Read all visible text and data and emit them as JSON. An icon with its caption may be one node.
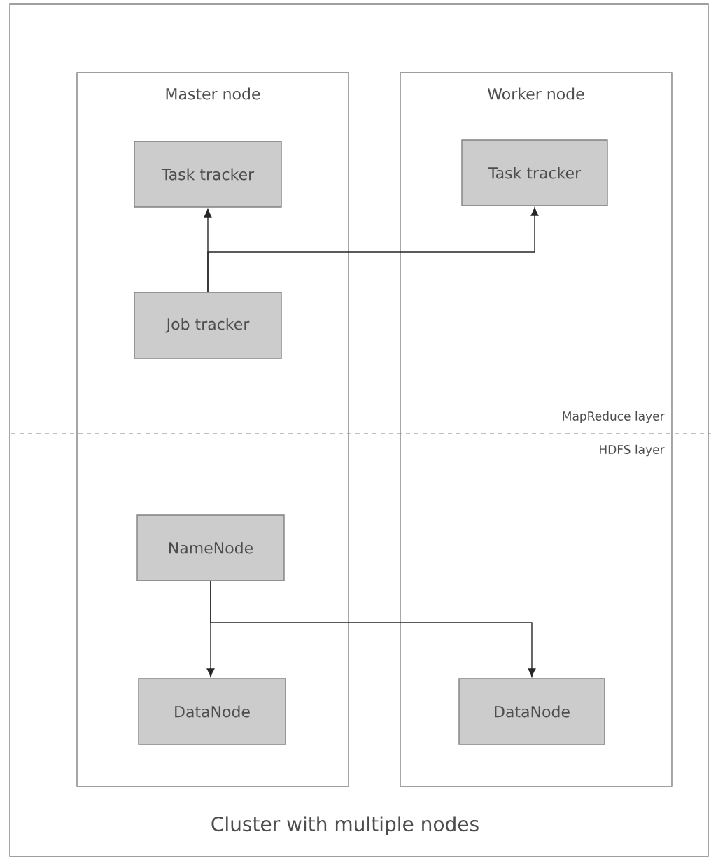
{
  "diagram": {
    "nodes": [
      {
        "text": [
          "Cluster with multiple nodes"
        ]
      },
      {
        "text": [
          "Master node"
        ],
        "in": 0
      },
      {
        "text": [
          "Worker node"
        ],
        "in": 0
      },
      {
        "text": [
          "Task tracker"
        ],
        "in": 1
      },
      {
        "text": [
          "Job tracker"
        ],
        "in": 1
      },
      {
        "text": [
          "Task tracker"
        ],
        "in": 2
      },
      {
        "text": [
          "NameNode"
        ],
        "in": 1
      },
      {
        "text": [
          "DataNode"
        ],
        "in": 1
      },
      {
        "text": [
          "DataNode"
        ],
        "in": 2
      }
    ],
    "edges": [
      {
        "from": 4,
        "to": 3,
        "arrow": "to"
      },
      {
        "from": 4,
        "to": 5,
        "arrow": "to"
      },
      {
        "from": 6,
        "to": 7,
        "arrow": "to"
      },
      {
        "from": 6,
        "to": 8,
        "arrow": "to"
      }
    ],
    "labels": [
      "MapReduce layer",
      "HDFS layer"
    ]
  }
}
